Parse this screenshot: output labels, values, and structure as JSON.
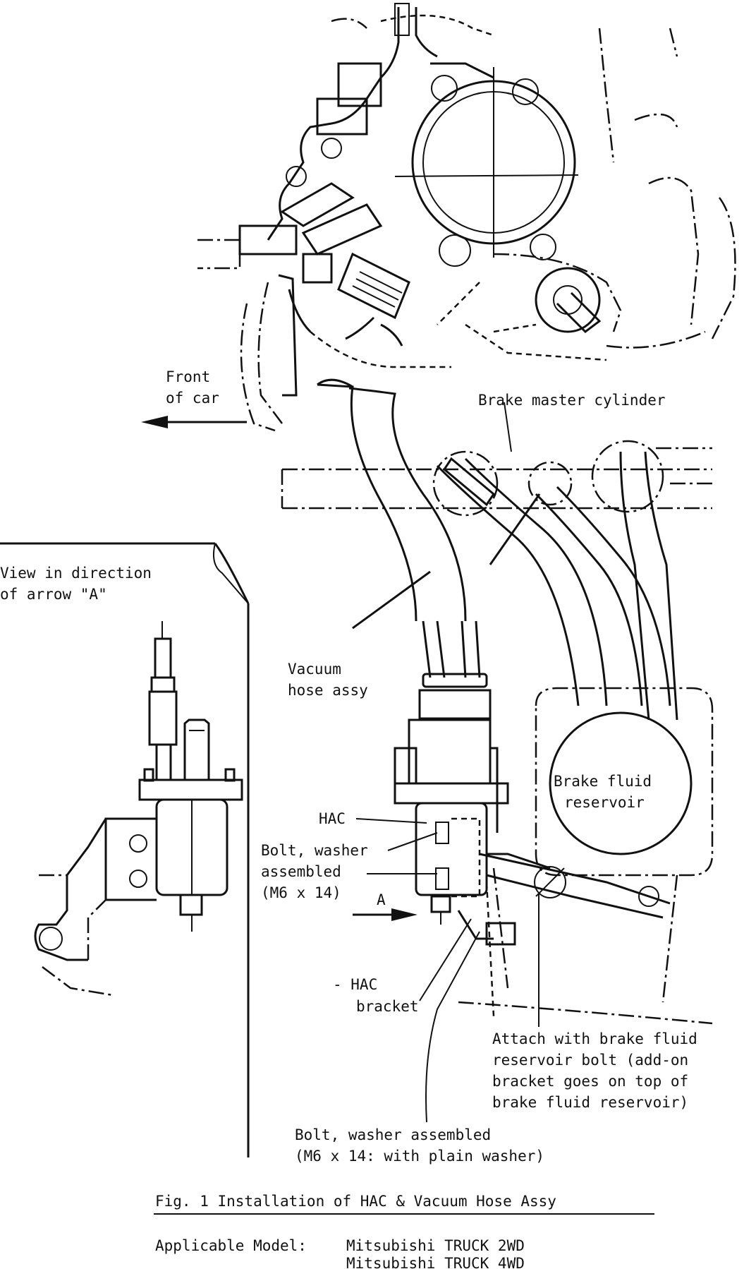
{
  "labels": {
    "front_of_car_1": "Front",
    "front_of_car_2": "of car",
    "brake_master_cylinder": "Brake master cylinder",
    "view_direction_1": "View in direction",
    "view_direction_2": "of arrow \"A\"",
    "vacuum_hose_1": "Vacuum",
    "vacuum_hose_2": "hose assy",
    "brake_fluid_reservoir_1": "Brake fluid",
    "brake_fluid_reservoir_2": "reservoir",
    "hac": "HAC",
    "bolt_washer_1": "Bolt, washer",
    "bolt_washer_2": "assembled",
    "bolt_washer_3": "(M6 x 14)",
    "arrow_a": "A",
    "hac_bracket_1": "- HAC",
    "hac_bracket_2": "bracket",
    "attach_1": "Attach with brake fluid",
    "attach_2": "reservoir bolt (add-on",
    "attach_3": "bracket goes on top of",
    "attach_4": "brake fluid reservoir)",
    "bolt_bottom_1": "Bolt, washer assembled",
    "bolt_bottom_2": "(M6 x 14: with plain washer)"
  },
  "caption": {
    "figure": "Fig. 1  Installation of HAC & Vacuum Hose Assy"
  },
  "applicable": {
    "label": "Applicable Model:",
    "models": [
      "Mitsubishi TRUCK 2WD",
      "Mitsubishi TRUCK 4WD"
    ]
  }
}
